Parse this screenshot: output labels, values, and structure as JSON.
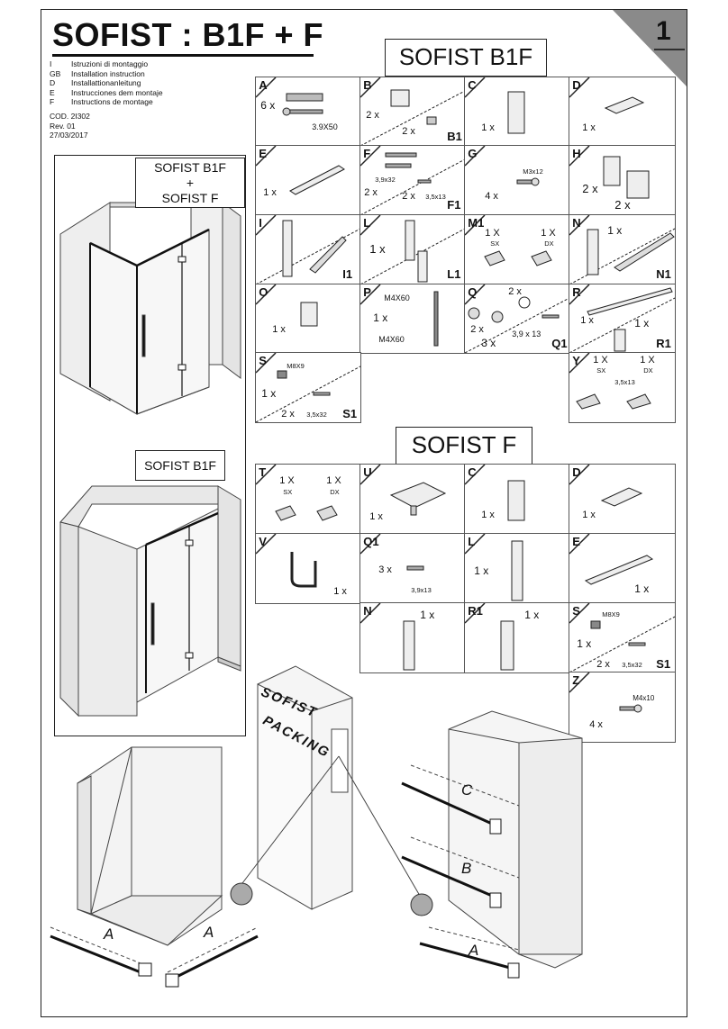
{
  "header": {
    "title": "SOFIST : B1F + F",
    "page_number": "1",
    "languages": [
      {
        "code": "I",
        "text": "Istruzioni di montaggio"
      },
      {
        "code": "GB",
        "text": "Installation instruction"
      },
      {
        "code": "D",
        "text": "Installattionanleitung"
      },
      {
        "code": "E",
        "text": "Instrucciones dem montaje"
      },
      {
        "code": "F",
        "text": "Instructions de montage"
      }
    ],
    "cod": "COD. 2I302",
    "rev": "Rev. 01",
    "date": "27/03/2017"
  },
  "left_panel": {
    "label_top_1": "SOFIST B1F",
    "label_top_plus": "+",
    "label_top_2": "SOFIST  F",
    "label_bottom": "SOFIST B1F"
  },
  "b1f": {
    "title": "SOFIST B1F",
    "cells": {
      "A": {
        "letter": "A",
        "qty": "6 x",
        "dim": "3.9X50"
      },
      "B": {
        "letter": "B",
        "qty1": "2 x",
        "qty2": "2 x",
        "code": "B1"
      },
      "C": {
        "letter": "C",
        "qty": "1 x"
      },
      "D": {
        "letter": "D",
        "qty": "1 x"
      },
      "E": {
        "letter": "E",
        "qty": "1 x"
      },
      "F": {
        "letter": "F",
        "dim1": "3,9x32",
        "qty1": "2 x",
        "qty2": "2 x",
        "dim2": "3,5x13",
        "code": "F1"
      },
      "G": {
        "letter": "G",
        "dim": "M3x12",
        "qty": "4 x"
      },
      "H": {
        "letter": "H",
        "qty1": "2 x",
        "qty2": "2 x"
      },
      "I": {
        "letter": "I",
        "code": "I1"
      },
      "L": {
        "letter": "L",
        "qty": "1 x",
        "code": "L1"
      },
      "M1": {
        "letter": "M1",
        "qty1": "1 X",
        "side1": "SX",
        "qty2": "1 X",
        "side2": "DX"
      },
      "N": {
        "letter": "N",
        "qty": "1 x",
        "code": "N1"
      },
      "O": {
        "letter": "O",
        "qty": "1 x"
      },
      "P": {
        "letter": "P",
        "dim1": "M4X60",
        "qty": "1 x",
        "dim2": "M4X60"
      },
      "Q": {
        "letter": "Q",
        "qty1": "2 x",
        "qty2": "2 x",
        "qty3": "3 x",
        "dim": "3,9 x 13",
        "code": "Q1"
      },
      "R": {
        "letter": "R",
        "qty1": "1 x",
        "qty2": "1 x",
        "code": "R1"
      },
      "S": {
        "letter": "S",
        "dim1": "M8X9",
        "qty1": "1 x",
        "qty2": "2 x",
        "dim2": "3,5x32",
        "code": "S1"
      },
      "Y": {
        "letter": "Y",
        "qty1": "1 X",
        "side1": "SX",
        "dim": "3,5x13",
        "qty2": "1 X",
        "side2": "DX"
      }
    }
  },
  "f": {
    "title": "SOFIST F",
    "cells": {
      "T": {
        "letter": "T",
        "qty1": "1 X",
        "side1": "SX",
        "qty2": "1 X",
        "side2": "DX"
      },
      "U": {
        "letter": "U",
        "qty": "1 x"
      },
      "C": {
        "letter": "C",
        "qty": "1 x"
      },
      "D": {
        "letter": "D",
        "qty": "1 x"
      },
      "V": {
        "letter": "V",
        "qty": "1 x"
      },
      "Q1": {
        "letter": "Q1",
        "qty": "3 x",
        "dim": "3,9x13"
      },
      "L": {
        "letter": "L",
        "qty": "1 x"
      },
      "E": {
        "letter": "E",
        "qty": "1 x"
      },
      "N": {
        "letter": "N",
        "qty": "1 x"
      },
      "R1": {
        "letter": "R1",
        "qty": "1 x"
      },
      "S": {
        "letter": "S",
        "dim1": "M8X9",
        "qty1": "1 x",
        "qty2": "2 x",
        "dim2": "3,5x32",
        "code": "S1"
      },
      "Z": {
        "letter": "Z",
        "dim": "M4x10",
        "qty": "4 x"
      }
    }
  },
  "packing": {
    "line1": "SOFIST",
    "line2": "PACKING",
    "dims": {
      "A1": "A",
      "A2": "A",
      "C": "C",
      "B": "B",
      "A3": "A"
    }
  }
}
